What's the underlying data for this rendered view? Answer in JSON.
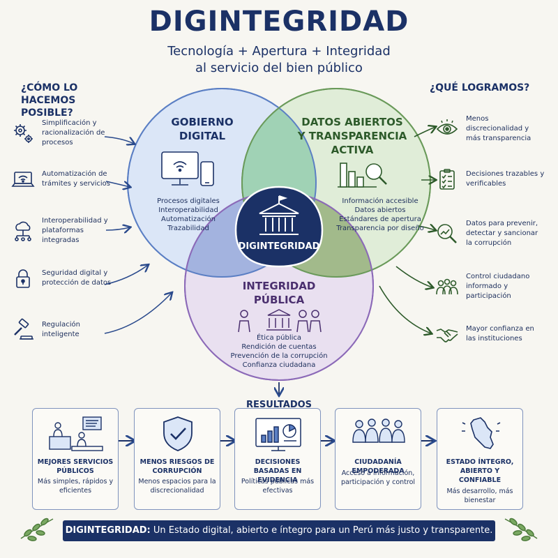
{
  "header": {
    "title": "DIGINTEGRIDAD",
    "subtitle_line1": "Tecnología + Apertura + Integridad",
    "subtitle_line2": "al servicio del bien público"
  },
  "left_panel": {
    "heading_line1": "¿CÓMO LO",
    "heading_line2": "HACEMOS POSIBLE?",
    "items": [
      {
        "icon": "gears-icon",
        "text": "Simplificación y racionalización de procesos"
      },
      {
        "icon": "laptop-wifi-icon",
        "text": "Automatización de trámites y servicios"
      },
      {
        "icon": "cloud-network-icon",
        "text": "Interoperabilidad y plataformas integradas"
      },
      {
        "icon": "padlock-icon",
        "text": "Seguridad digital y protección de datos"
      },
      {
        "icon": "gavel-icon",
        "text": "Regulación inteligente"
      }
    ]
  },
  "right_panel": {
    "heading": "¿QUÉ LOGRAMOS?",
    "items": [
      {
        "icon": "eye-icon",
        "text": "Menos discrecionalidad y más transparencia"
      },
      {
        "icon": "checklist-icon",
        "text": "Decisiones trazables y verificables"
      },
      {
        "icon": "magnifier-chart-icon",
        "text": "Datos para prevenir, detectar y sancionar la corrupción"
      },
      {
        "icon": "people-icon",
        "text": "Control ciudadano informado y participación"
      },
      {
        "icon": "handshake-icon",
        "text": "Mayor confianza en las instituciones"
      }
    ]
  },
  "venn": {
    "gobierno_digital": {
      "title_line1": "GOBIERNO",
      "title_line2": "DIGITAL",
      "items": [
        "Procesos digitales",
        "Interoperabilidad",
        "Automatización",
        "Trazabilidad"
      ]
    },
    "datos_abiertos": {
      "title_line1": "DATOS ABIERTOS",
      "title_line2": "Y TRANSPARENCIA",
      "title_line3": "ACTIVA",
      "items": [
        "Información accesible",
        "Datos abiertos",
        "Estándares de apertura",
        "Transparencia por diseño"
      ]
    },
    "integridad_publica": {
      "title_line1": "INTEGRIDAD",
      "title_line2": "PÚBLICA",
      "items": [
        "Ética pública",
        "Rendición de cuentas",
        "Prevención de la corrupción",
        "Confianza ciudadana"
      ]
    },
    "center_label": "DIGINTEGRIDAD"
  },
  "results": {
    "title": "RESULTADOS",
    "boxes": [
      {
        "icon": "public-service-icon",
        "title": "MEJORES SERVICIOS PÚBLICOS",
        "desc": "Más simples, rápidos y eficientes"
      },
      {
        "icon": "shield-check-icon",
        "title": "MENOS RIESGOS DE CORRUPCIÓN",
        "desc": "Menos espacios para la discrecionalidad"
      },
      {
        "icon": "dashboard-icon",
        "title": "DECISIONES BASADAS EN EVIDENCIA",
        "desc": "Políticas públicas más efectivas"
      },
      {
        "icon": "citizens-icon",
        "title": "CIUDADANÍA EMPODERADA",
        "desc": "Acceso a información, participación y control"
      },
      {
        "icon": "peru-map-icon",
        "title": "ESTADO ÍNTEGRO, ABIERTO Y CONFIABLE",
        "desc": "Más desarrollo, más bienestar"
      }
    ]
  },
  "footer": {
    "brand": "DIGINTEGRIDAD:",
    "text": " Un Estado digital, abierto e íntegro para un Perú más justo y transparente."
  },
  "colors": {
    "navy": "#1b3166",
    "blue_circle": "#dbe6f7",
    "green_circle": "#dcebd3",
    "purple_circle": "#e6dcf0",
    "green_text": "#2d5a2a",
    "purple_text": "#4a2f6e"
  }
}
